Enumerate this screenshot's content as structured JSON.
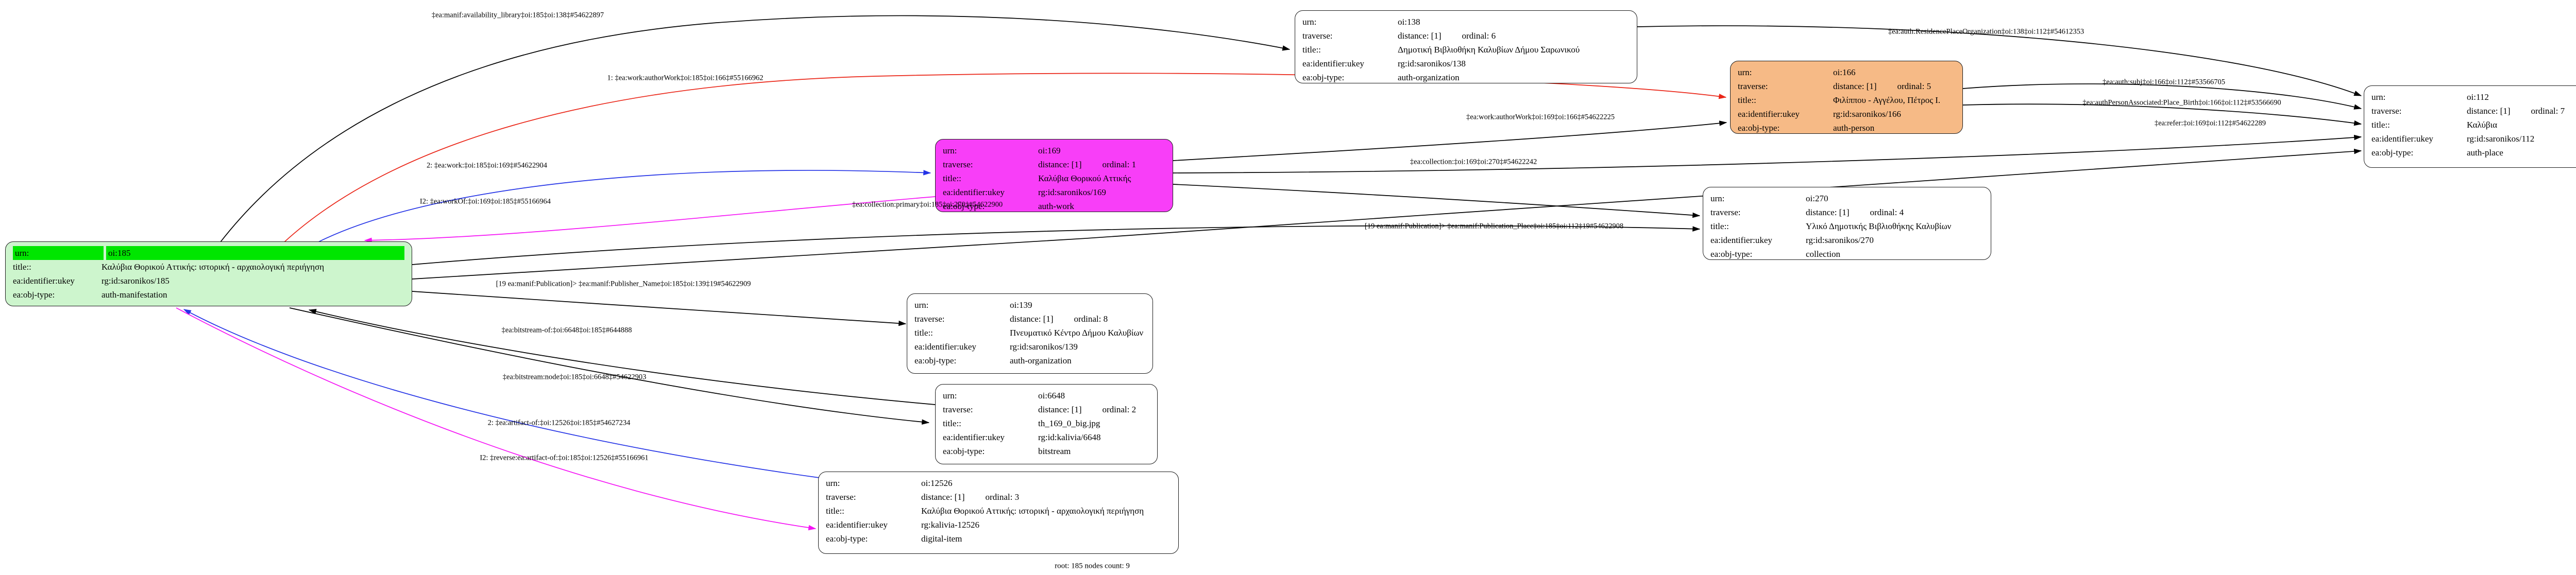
{
  "graph": {
    "root_note": "root: 185 nodes count: 9",
    "colors": {
      "edge_black": "#000000",
      "edge_red": "#ea2517",
      "edge_blue": "#2433e6",
      "edge_magenta": "#f513f5",
      "node_green_bg": "#cdf5cd",
      "node_green_header": "#00e600",
      "node_magenta_bg": "#f83ef8",
      "node_orange_bg": "#f6ba86",
      "node_white_bg": "#ffffff"
    }
  },
  "labels": {
    "urn": "urn:",
    "traverse": "traverse:",
    "title": "title::",
    "ukey": "ea:identifier:ukey",
    "objtype": "ea:obj-type:"
  },
  "nodes": [
    {
      "urn": "oi:185",
      "title": "Καλύβια Θορικού Αττικής: ιστορική - αρχαιολογική περιήγηση",
      "ukey": "rg:id:saronikos/185",
      "objtype": "auth-manifestation"
    },
    {
      "urn": "oi:138",
      "distance": "distance: [1]",
      "ordinal": "ordinal: 6",
      "title": "Δημοτική Βιβλιοθήκη Καλυβίων Δήμου Σαρωνικού",
      "ukey": "rg:id:saronikos/138",
      "objtype": "auth-organization"
    },
    {
      "urn": "oi:169",
      "distance": "distance: [1]",
      "ordinal": "ordinal: 1",
      "title": "Καλύβια Θορικού Αττικής",
      "ukey": "rg:id:saronikos/169",
      "objtype": "auth-work"
    },
    {
      "urn": "oi:166",
      "distance": "distance: [1]",
      "ordinal": "ordinal: 5",
      "title": "Φιλίππου - Αγγέλου, Πέτρος Ι.",
      "ukey": "rg:id:saronikos/166",
      "objtype": "auth-person"
    },
    {
      "urn": "oi:112",
      "distance": "distance: [1]",
      "ordinal": "ordinal: 7",
      "title": "Καλύβια",
      "ukey": "rg:id:saronikos/112",
      "objtype": "auth-place"
    },
    {
      "urn": "oi:270",
      "distance": "distance: [1]",
      "ordinal": "ordinal: 4",
      "title": "Υλικό Δημοτικής Βιβλιοθήκης Καλυβίων",
      "ukey": "rg:id:saronikos/270",
      "objtype": "collection"
    },
    {
      "urn": "oi:139",
      "distance": "distance: [1]",
      "ordinal": "ordinal: 8",
      "title": "Πνευματικό Κέντρο Δήμου Καλυβίων",
      "ukey": "rg:id:saronikos/139",
      "objtype": "auth-organization"
    },
    {
      "urn": "oi:6648",
      "distance": "distance: [1]",
      "ordinal": "ordinal: 2",
      "title": "th_169_0_big.jpg",
      "ukey": "rg:id:kalivia/6648",
      "objtype": "bitstream"
    },
    {
      "urn": "oi:12526",
      "distance": "distance: [1]",
      "ordinal": "ordinal: 3",
      "title": "Καλύβια Θορικού Αττικής: ιστορική - αρχαιολογική περιήγηση",
      "ukey": "rg:kalivia-12526",
      "objtype": "digital-item"
    }
  ],
  "edge_labels": [
    {
      "text": "‡ea:manif:availability_library‡oi:185‡oi:138‡#54622897"
    },
    {
      "text": "1: ‡ea:work:authorWork‡oi:185‡oi:166‡#55166962"
    },
    {
      "text": "2: ‡ea:work:‡oi:185‡oi:169‡#54622904"
    },
    {
      "text": "I2: ‡ea:workOf:‡oi:169‡oi:185‡#55166964"
    },
    {
      "text": "‡ea:work:authorWork‡oi:169‡oi:166‡#54622225"
    },
    {
      "text": "‡ea:auth:ResidencePlaceOrganization‡oi:138‡oi:112‡#54612353"
    },
    {
      "text": "‡ea:auth:subj‡oi:166‡oi:112‡#53566705"
    },
    {
      "text": "‡ea:authPersonAssociated:Place_Birth‡oi:166‡oi:112‡#53566690"
    },
    {
      "text": "‡ea:refer:‡oi:169‡oi:112‡#54622289"
    },
    {
      "text": "‡ea:collection:‡oi:169‡oi:270‡#54622242"
    },
    {
      "text": "‡ea:collection:primary‡oi:185‡oi:270‡#54622900"
    },
    {
      "text": "[19 ea:manif:Publication]> ‡ea:manif:Publication_Place‡oi:185‡oi:112‡19#54622908"
    },
    {
      "text": "[19 ea:manif:Publication]> ‡ea:manif:Publisher_Name‡oi:185‡oi:139‡19#54622909"
    },
    {
      "text": "‡ea:bitstream-of:‡oi:6648‡oi:185‡#644888"
    },
    {
      "text": "‡ea:bitstream:node‡oi:185‡oi:6648‡#54622903"
    },
    {
      "text": "2: ‡ea:artifact-of:‡oi:12526‡oi:185‡#54627234"
    },
    {
      "text": "I2: ‡reverse:ea:artifact-of:‡oi:185‡oi:12526‡#55166961"
    }
  ]
}
